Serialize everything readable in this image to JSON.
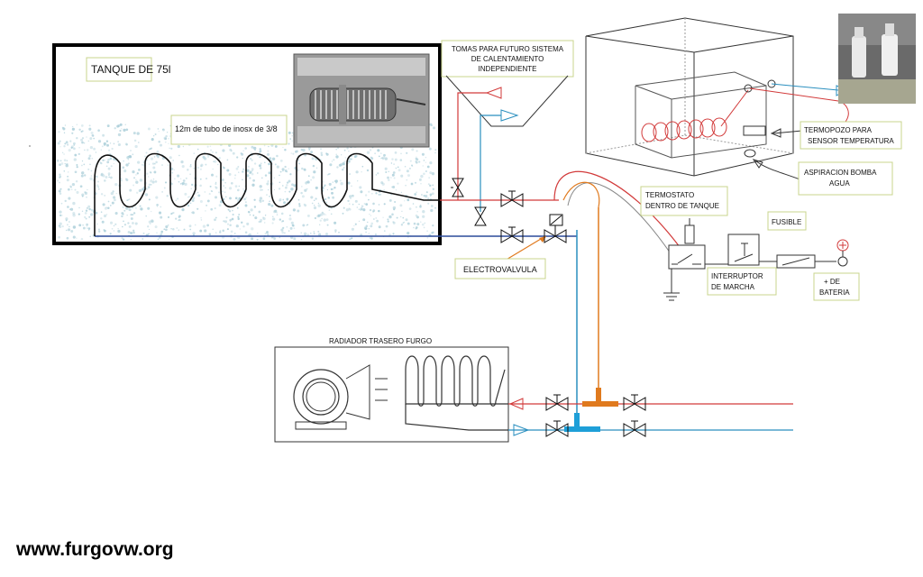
{
  "labels": {
    "tank_title": "TANQUE DE 75l",
    "tube_note": "12m de tubo de inosx de 3/8",
    "future_1": "TOMAS PARA FUTURO SISTEMA",
    "future_2": "DE CALENTAMIENTO",
    "future_3": "INDEPENDIENTE",
    "electrovalve": "ELECTROVALVULA",
    "thermostat_1": "TERMOSTATO",
    "thermostat_2": "DENTRO DE TANQUE",
    "fuse": "FUSIBLE",
    "switch_1": "INTERRUPTOR",
    "switch_2": "DE MARCHA",
    "battery_1": "+ DE",
    "battery_2": "BATERIA",
    "thermowell_1": "TERMOPOZO PARA",
    "thermowell_2": "SENSOR TEMPERATURA",
    "pump_1": "ASPIRACION BOMBA",
    "pump_2": "AGUA",
    "radiator": "RADIADOR TRASERO FURGO"
  },
  "watermark": "www.furgovw.org",
  "colors": {
    "hot_line": "#d23a3a",
    "cold_line": "#2a8fbf",
    "tank_return": "#2c4a9a",
    "orange_tee": "#e07a1e",
    "blue_tee": "#1e9fd8",
    "frame": "#000000",
    "label_border": "#c8d48c",
    "tank_fill": "#a8cdd8"
  }
}
